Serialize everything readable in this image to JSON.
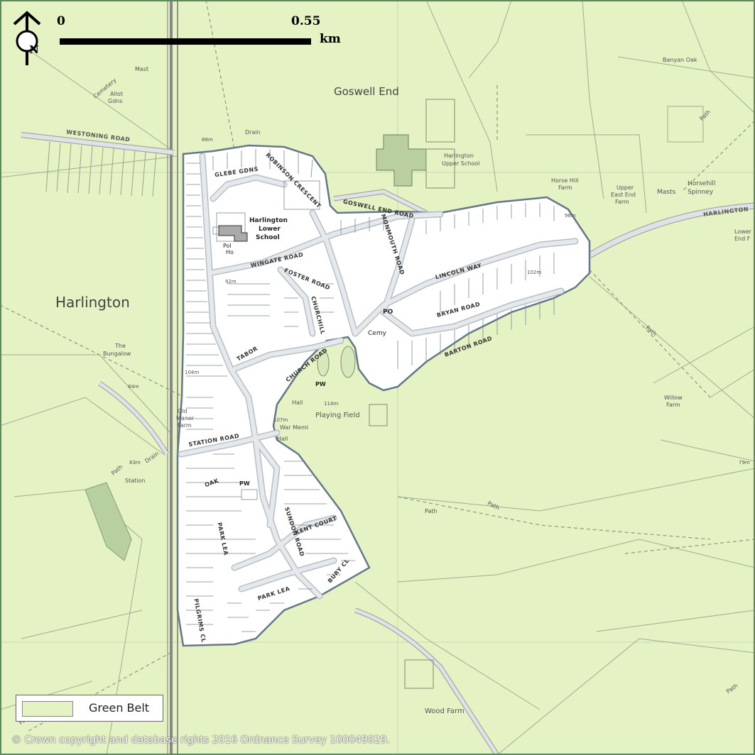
{
  "map": {
    "place_labels": [
      {
        "id": "harlington",
        "text": "Harlington"
      },
      {
        "id": "goswell-end",
        "text": "Goswell End"
      },
      {
        "id": "harlington-upper-school-1",
        "text": "Harlington"
      },
      {
        "id": "harlington-upper-school-2",
        "text": "Upper School"
      },
      {
        "id": "harlington-lower-school-1",
        "text": "Harlington"
      },
      {
        "id": "harlington-lower-school-2",
        "text": "Lower"
      },
      {
        "id": "harlington-lower-school-3",
        "text": "School"
      },
      {
        "id": "banyan-oak",
        "text": "Banyan Oak"
      },
      {
        "id": "horse-hill-farm-1",
        "text": "Horse Hill"
      },
      {
        "id": "horse-hill-farm-2",
        "text": "Farm"
      },
      {
        "id": "upper-east-end-1",
        "text": "Upper"
      },
      {
        "id": "upper-east-end-2",
        "text": "East End"
      },
      {
        "id": "upper-east-end-3",
        "text": "Farm"
      },
      {
        "id": "masts",
        "text": "Masts"
      },
      {
        "id": "horsehill-spinney-1",
        "text": "Horsehill"
      },
      {
        "id": "horsehill-spinney-2",
        "text": "Spinney"
      },
      {
        "id": "lower-end-1",
        "text": "Lower"
      },
      {
        "id": "lower-end-2",
        "text": "End F"
      },
      {
        "id": "playing-field",
        "text": "Playing Field"
      },
      {
        "id": "willow-farm-1",
        "text": "Willow"
      },
      {
        "id": "willow-farm-2",
        "text": "Farm"
      },
      {
        "id": "wood-farm",
        "text": "Wood Farm"
      },
      {
        "id": "the-bungalow-1",
        "text": "The"
      },
      {
        "id": "the-bungalow-2",
        "text": "Bungalow"
      },
      {
        "id": "old-manor-farm-1",
        "text": "Old"
      },
      {
        "id": "old-manor-farm-2",
        "text": "Manor"
      },
      {
        "id": "old-manor-farm-3",
        "text": "Farm"
      },
      {
        "id": "station",
        "text": "Station"
      },
      {
        "id": "cemetery",
        "text": "Cemetery"
      },
      {
        "id": "mast",
        "text": "Mast"
      },
      {
        "id": "allot-1",
        "text": "Allot"
      },
      {
        "id": "allot-2",
        "text": "Gdns"
      },
      {
        "id": "drain-1",
        "text": "Drain"
      },
      {
        "id": "drain-2",
        "text": "Drain"
      },
      {
        "id": "path-1",
        "text": "Path"
      },
      {
        "id": "path-2",
        "text": "Path"
      },
      {
        "id": "path-3",
        "text": "Path"
      },
      {
        "id": "path-4",
        "text": "Path"
      },
      {
        "id": "path-5",
        "text": "Path"
      },
      {
        "id": "path-6",
        "text": "Path"
      },
      {
        "id": "path-7",
        "text": "Path"
      },
      {
        "id": "pw-1",
        "text": "PW"
      },
      {
        "id": "pw-2",
        "text": "PW"
      },
      {
        "id": "hall-1",
        "text": "Hall"
      },
      {
        "id": "hall-2",
        "text": "Hall"
      },
      {
        "id": "war-meml",
        "text": "War Meml"
      },
      {
        "id": "cemy",
        "text": "Cemy"
      },
      {
        "id": "po",
        "text": "PO"
      },
      {
        "id": "pol-ho-1",
        "text": "Pol"
      },
      {
        "id": "pol-ho-2",
        "text": "Ho"
      },
      {
        "id": "spot-88",
        "text": "88m"
      },
      {
        "id": "spot-98",
        "text": "98m"
      },
      {
        "id": "spot-102",
        "text": "102m"
      },
      {
        "id": "spot-92",
        "text": "92m"
      },
      {
        "id": "spot-104",
        "text": "104m"
      },
      {
        "id": "spot-107",
        "text": "107m"
      },
      {
        "id": "spot-114",
        "text": "114m"
      },
      {
        "id": "spot-83",
        "text": "83m"
      },
      {
        "id": "spot-84",
        "text": "84m"
      },
      {
        "id": "spot-79",
        "text": "79m"
      }
    ],
    "road_labels": [
      {
        "id": "westoning-road",
        "text": "WESTONING ROAD"
      },
      {
        "id": "glebe-gdns",
        "text": "GLEBE GDNS"
      },
      {
        "id": "robinson-crescent",
        "text": "ROBINSON CRESCENT"
      },
      {
        "id": "goswell-end-road",
        "text": "GOSWELL END ROAD"
      },
      {
        "id": "monmouth-road",
        "text": "MONMOUTH ROAD"
      },
      {
        "id": "wingate-road",
        "text": "WINGATE ROAD"
      },
      {
        "id": "foster-road",
        "text": "FOSTER ROAD"
      },
      {
        "id": "lincoln-way",
        "text": "LINCOLN WAY"
      },
      {
        "id": "churchill-close",
        "text": "CHURCHILL"
      },
      {
        "id": "bryan-road",
        "text": "BRYAN ROAD"
      },
      {
        "id": "barton-road",
        "text": "BARTON ROAD"
      },
      {
        "id": "church-road",
        "text": "CHURCH ROAD"
      },
      {
        "id": "tabor",
        "text": "TABOR"
      },
      {
        "id": "station-road",
        "text": "STATION ROAD"
      },
      {
        "id": "oak",
        "text": "OAK"
      },
      {
        "id": "park-lea",
        "text": "PARK LEA"
      },
      {
        "id": "sundon-road",
        "text": "SUNDON ROAD"
      },
      {
        "id": "kent-court",
        "text": "KENT COURT"
      },
      {
        "id": "park-lea-2",
        "text": "PARK LEA"
      },
      {
        "id": "pilgrims-cl",
        "text": "PILGRIMS CL"
      },
      {
        "id": "harlington-road",
        "text": "HARLINGTON"
      },
      {
        "id": "bury-close",
        "text": "BURY CL"
      }
    ]
  },
  "scale_bar": {
    "start_label": "0",
    "end_label": "0.55",
    "unit": "km"
  },
  "north_arrow": {
    "letter": "N"
  },
  "legend": {
    "label": "Green Belt",
    "swatch_color": "#e4f2c4"
  },
  "copyright": "© Crown copyright and database rights 2016 Ordnance Survey 100049029.",
  "colors": {
    "green_belt": "#e4f2c4",
    "settlement": "#ffffff",
    "settlement_outline": "#667788",
    "road": "#dfe3e6",
    "frame": "#5c8a5c"
  }
}
